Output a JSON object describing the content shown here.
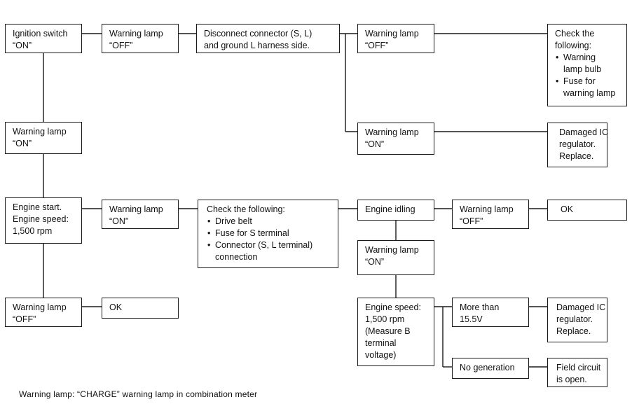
{
  "diagram": {
    "line_color": "#1a1a1a",
    "nodes": {
      "ignition_on": [
        "Ignition switch",
        "“ON”"
      ],
      "lamp_off_1": [
        "Warning lamp",
        "“OFF”"
      ],
      "disconnect": [
        "Disconnect connector (S, L)",
        "and ground L harness side."
      ],
      "lamp_off_2": [
        "Warning lamp",
        "“OFF”"
      ],
      "check_bulb": {
        "title": [
          "Check the",
          "following:"
        ],
        "items": [
          [
            "Warning",
            "lamp bulb"
          ],
          [
            "Fuse for",
            "warning lamp"
          ]
        ]
      },
      "lamp_on_2": [
        "Warning lamp",
        "“ON”"
      ],
      "damaged_ic_1": [
        "Damaged IC",
        "regulator.",
        "Replace."
      ],
      "lamp_on_1": [
        "Warning lamp",
        "“ON”"
      ],
      "engine_start": [
        "Engine start.",
        "Engine speed:",
        "1,500 rpm"
      ],
      "lamp_on_3": [
        "Warning lamp",
        "“ON”"
      ],
      "check_belt": {
        "title": [
          "Check the following:"
        ],
        "items": [
          [
            "Drive belt"
          ],
          [
            "Fuse for S terminal"
          ],
          [
            "Connector (S, L terminal)",
            "connection"
          ]
        ]
      },
      "engine_idling": [
        "Engine idling"
      ],
      "lamp_off_3": [
        "Warning lamp",
        "“OFF”"
      ],
      "ok_1": [
        "OK"
      ],
      "lamp_on_4": [
        "Warning lamp",
        "“ON”"
      ],
      "engine_speed": [
        "Engine speed:",
        "1,500 rpm",
        "(Measure B",
        "terminal",
        "voltage)"
      ],
      "more_than": [
        "More than",
        "15.5V"
      ],
      "damaged_ic_2": [
        "Damaged IC",
        "regulator.",
        "Replace."
      ],
      "no_generation": [
        "No generation"
      ],
      "field_circuit": [
        "Field circuit",
        "is open."
      ],
      "lamp_off_4": [
        "Warning lamp",
        "“OFF”"
      ],
      "ok_2": [
        "OK"
      ]
    },
    "footnote": "Warning lamp: “CHARGE” warning lamp in combination meter"
  }
}
